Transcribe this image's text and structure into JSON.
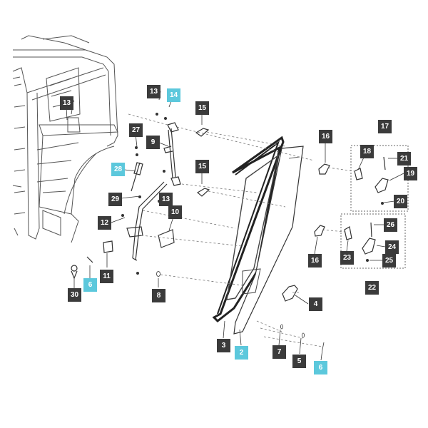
{
  "callouts": [
    {
      "id": "c13a",
      "label": "13",
      "style": "dark"
    },
    {
      "id": "c14",
      "label": "14",
      "style": "highlight"
    },
    {
      "id": "c13b",
      "label": "13",
      "style": "dark"
    },
    {
      "id": "c15a",
      "label": "15",
      "style": "dark"
    },
    {
      "id": "c27",
      "label": "27",
      "style": "dark"
    },
    {
      "id": "c9",
      "label": "9",
      "style": "dark"
    },
    {
      "id": "c28",
      "label": "28",
      "style": "highlight"
    },
    {
      "id": "c15b",
      "label": "15",
      "style": "dark"
    },
    {
      "id": "c29",
      "label": "29",
      "style": "dark"
    },
    {
      "id": "c13c",
      "label": "13",
      "style": "dark"
    },
    {
      "id": "c10",
      "label": "10",
      "style": "dark"
    },
    {
      "id": "c12",
      "label": "12",
      "style": "dark"
    },
    {
      "id": "c16a",
      "label": "16",
      "style": "dark"
    },
    {
      "id": "c17",
      "label": "17",
      "style": "dark"
    },
    {
      "id": "c18",
      "label": "18",
      "style": "dark"
    },
    {
      "id": "c21",
      "label": "21",
      "style": "dark"
    },
    {
      "id": "c19",
      "label": "19",
      "style": "dark"
    },
    {
      "id": "c20",
      "label": "20",
      "style": "dark"
    },
    {
      "id": "c26",
      "label": "26",
      "style": "dark"
    },
    {
      "id": "c16b",
      "label": "16",
      "style": "dark"
    },
    {
      "id": "c24",
      "label": "24",
      "style": "dark"
    },
    {
      "id": "c23",
      "label": "23",
      "style": "dark"
    },
    {
      "id": "c25",
      "label": "25",
      "style": "dark"
    },
    {
      "id": "c22",
      "label": "22",
      "style": "dark"
    },
    {
      "id": "c11",
      "label": "11",
      "style": "dark"
    },
    {
      "id": "c6a",
      "label": "6",
      "style": "highlight"
    },
    {
      "id": "c30",
      "label": "30",
      "style": "dark"
    },
    {
      "id": "c8",
      "label": "8",
      "style": "dark"
    },
    {
      "id": "c4",
      "label": "4",
      "style": "dark"
    },
    {
      "id": "c3",
      "label": "3",
      "style": "dark"
    },
    {
      "id": "c2",
      "label": "2",
      "style": "highlight"
    },
    {
      "id": "c7",
      "label": "7",
      "style": "dark"
    },
    {
      "id": "c5",
      "label": "5",
      "style": "dark"
    },
    {
      "id": "c6b",
      "label": "6",
      "style": "highlight"
    }
  ],
  "colors": {
    "dark": "#3b3b3b",
    "highlight": "#5cc8dc",
    "line": "#333333"
  }
}
